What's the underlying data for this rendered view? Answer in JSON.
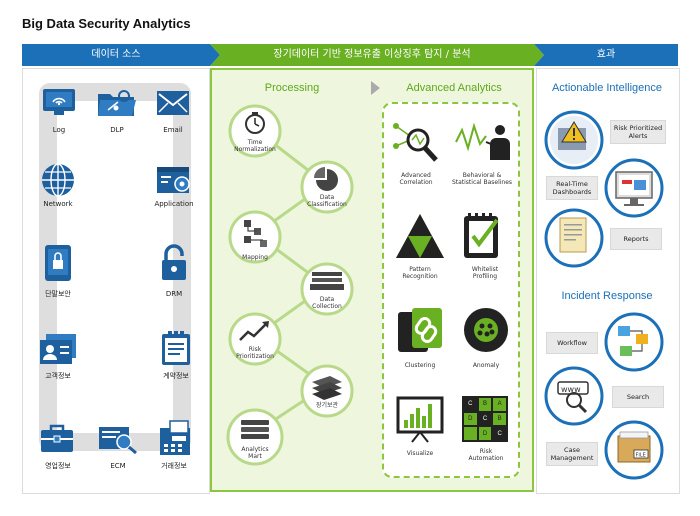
{
  "title": "Big Data Security Analytics",
  "header": {
    "sources": "데이터 소스",
    "middle": "장기데이터 기반 정보유출 이상징후 탐지 / 분석",
    "effect": "효과"
  },
  "sources": {
    "log": "Log",
    "dlp": "DLP",
    "email": "Email",
    "network": "Network",
    "application": "Application",
    "terminal": "단말보안",
    "drm": "DRM",
    "customer": "고객정보",
    "account": "계약정보",
    "business": "영업정보",
    "ecm": "ECM",
    "transaction": "거래정보"
  },
  "processing": {
    "title": "Processing",
    "time": "Time\nNormalization",
    "classification": "Data\nClassification",
    "mapping": "Mapping",
    "collection": "Data\nCollection",
    "risk": "Risk\nPrioritization",
    "storage": "장기보관",
    "mart": "Analytics\nMart"
  },
  "analytics": {
    "title": "Advanced Analytics",
    "correlation": "Advanced\nCorrelation",
    "behavioral": "Behavioral &\nStatistical Baselines",
    "pattern": "Pattern\nRecognition",
    "whitelist": "Whitelist\nProfiling",
    "clustering": "Clustering",
    "anomaly": "Anomaly",
    "visualize": "Visualize",
    "automation": "Risk\nAutomation",
    "matrix": [
      "C",
      "B",
      "A",
      "D",
      "C",
      "B",
      "",
      "D",
      "C"
    ]
  },
  "actionable": {
    "title": "Actionable Intelligence",
    "alerts": "Risk Prioritized\nAlerts",
    "dashboards": "Real-Time\nDashboards",
    "reports": "Reports"
  },
  "incident": {
    "title": "Incident Response",
    "workflow": "Workflow",
    "search": "Search",
    "case": "Case\nManagement",
    "www": "www",
    "file": "FILE"
  },
  "colors": {
    "header_blue": "#1b70b8",
    "header_green": "#6ab023",
    "accent_green": "#5fa81c",
    "icon_blue": "#1e5f9e"
  }
}
